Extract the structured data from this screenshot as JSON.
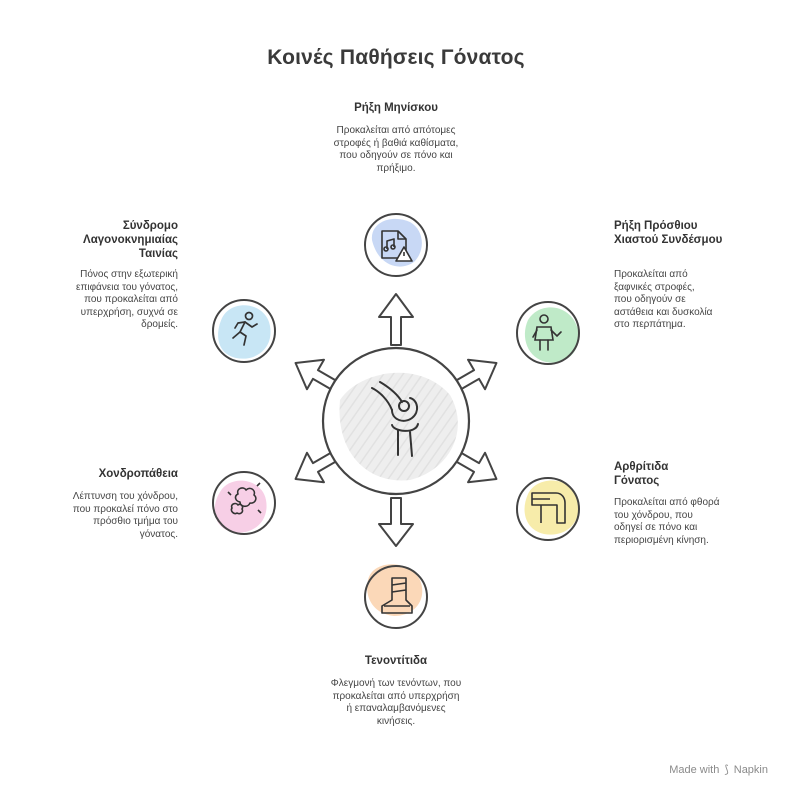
{
  "title": "Κοινές Παθήσεις Γόνατος",
  "items": [
    {
      "label": "Ρήξη Μηνίσκου",
      "desc": "Προκαλείται από απότομες στροφές ή βαθιά καθίσματα, που οδηγούν σε πόνο και πρήξιμο.",
      "icon": "document-warning-icon",
      "color": "#c8d8f5"
    },
    {
      "label": "Ρήξη Πρόσθιου Χιαστού Συνδέσμου",
      "desc": "Προκαλείται από ξαφνικές στροφές, που οδηγούν σε αστάθεια και δυσκολία στο περπάτημα.",
      "icon": "injured-person-icon",
      "color": "#bfeac8"
    },
    {
      "label": "Αρθρίτιδα Γόνατος",
      "desc": "Προκαλείται από φθορά του χόνδρου, που οδηγεί σε πόνο και περιορισμένη κίνηση.",
      "icon": "knee-brace-icon",
      "color": "#f7ecaa"
    },
    {
      "label": "Τενοντίτιδα",
      "desc": "Φλεγμονή των τενόντων, που προκαλείται από υπερχρήση ή επαναλαμβανόμενες κινήσεις.",
      "icon": "bandaged-leg-icon",
      "color": "#fbd8b8"
    },
    {
      "label": "Χονδροπάθεια",
      "desc": "Λέπτυνση του χόνδρου, που προκαλεί πόνο στο πρόσθιο τμήμα του γόνατος.",
      "icon": "burst-icon",
      "color": "#f7cfe6"
    },
    {
      "label": "Σύνδρομο Λαγονοκνημιαίας Ταινίας",
      "desc": "Πόνος στην εξωτερική επιφάνεια του γόνατος, που προκαλείται από υπερχρήση, συχνά σε δρομείς.",
      "icon": "runner-icon",
      "color": "#c8e6f5"
    }
  ],
  "center_icon": "knee-joint-icon",
  "footer": {
    "made_with": "Made with",
    "brand": "Napkin"
  }
}
